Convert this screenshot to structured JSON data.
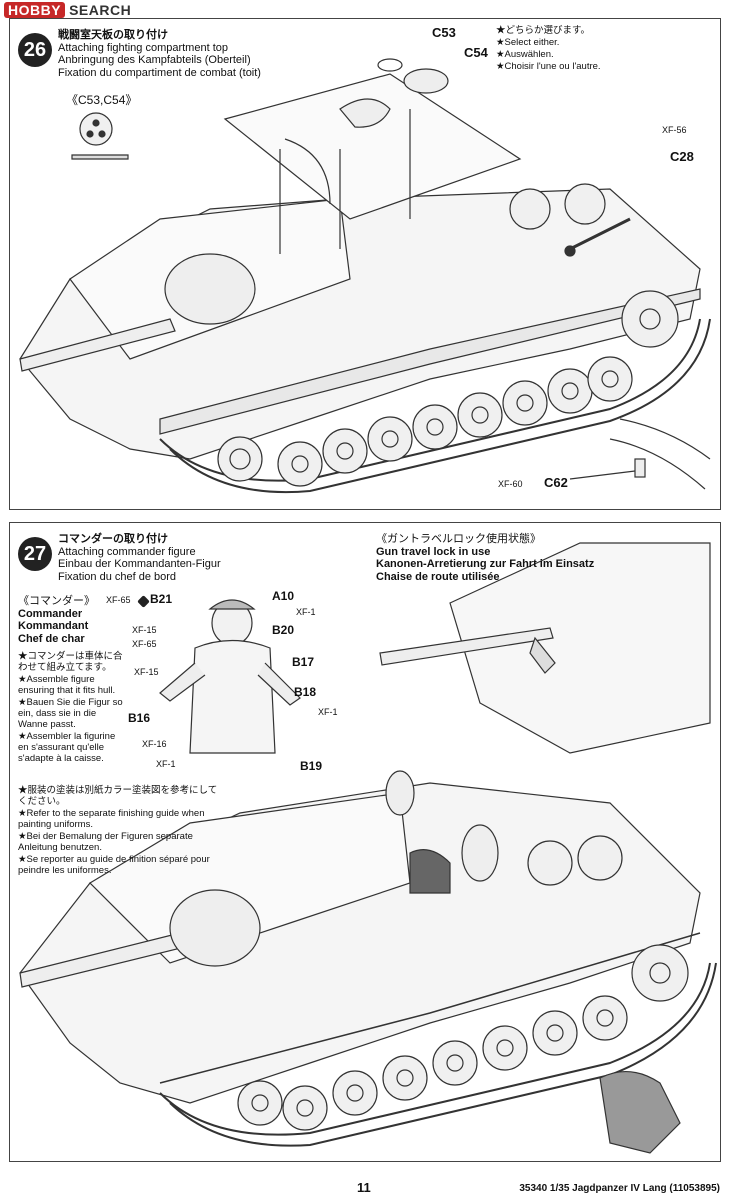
{
  "watermark": {
    "brand": "HOBBY",
    "suffix": "SEARCH"
  },
  "step26": {
    "number": "26",
    "title_jp": "戦闘室天板の取り付け",
    "title_en": "Attaching fighting compartment top",
    "title_de": "Anbringung des Kampfabteils (Oberteil)",
    "title_fr": "Fixation du compartiment de combat (toit)",
    "note_select": [
      "★どちらか選びます。",
      "★Select either.",
      "★Auswählen.",
      "★Choisir l'une ou l'autre."
    ],
    "inset_label": "《C53,C54》",
    "parts": {
      "c53": "C53",
      "c54": "C54",
      "c28": "C28",
      "c28_color": "XF-56",
      "c62": "C62",
      "c62_color": "XF-60"
    }
  },
  "step27": {
    "number": "27",
    "title_jp": "コマンダーの取り付け",
    "title_en": "Attaching commander figure",
    "title_de": "Einbau der Kommandanten-Figur",
    "title_fr": "Fixation du chef de bord",
    "commander_heading": [
      "《コマンダー》",
      "Commander",
      "Kommandant",
      "Chef de char"
    ],
    "assemble_notes": [
      "★コマンダーは車体に合わせて組み立てます。",
      "★Assemble figure ensuring that it fits hull.",
      "★Bauen Sie die Figur so ein, dass sie in die Wanne passt.",
      "★Assembler la figurine en s'assurant qu'elle s'adapte à la caisse."
    ],
    "paint_notes": [
      "★服装の塗装は別紙カラー塗装図を参考にしてください。",
      "★Refer to the separate finishing guide when painting uniforms.",
      "★Bei der Bemalung der Figuren separate Anleitung benutzen.",
      "★Se reporter au guide de finition séparé pour peindre les uniformes."
    ],
    "gun_lock": [
      "《ガントラベルロック使用状態》",
      "Gun travel lock in use",
      "Kanonen-Arretierung zur Fahrt im Einsatz",
      "Chaise de route utilisée"
    ],
    "parts": {
      "b21": "B21",
      "b21_color": "XF-65",
      "a10": "A10",
      "a10_color": "XF-1",
      "b20": "B20",
      "xf15": "XF-15",
      "xf65": "XF-65",
      "b17": "B17",
      "b16": "B16",
      "b16_color": "XF-15",
      "b18": "B18",
      "b18_color": "XF-1",
      "b19": "B19",
      "xf16": "XF-16",
      "xf1": "XF-1"
    }
  },
  "footer": {
    "page": "11",
    "code": "35340 1/35 Jagdpanzer IV Lang (11053895)"
  }
}
